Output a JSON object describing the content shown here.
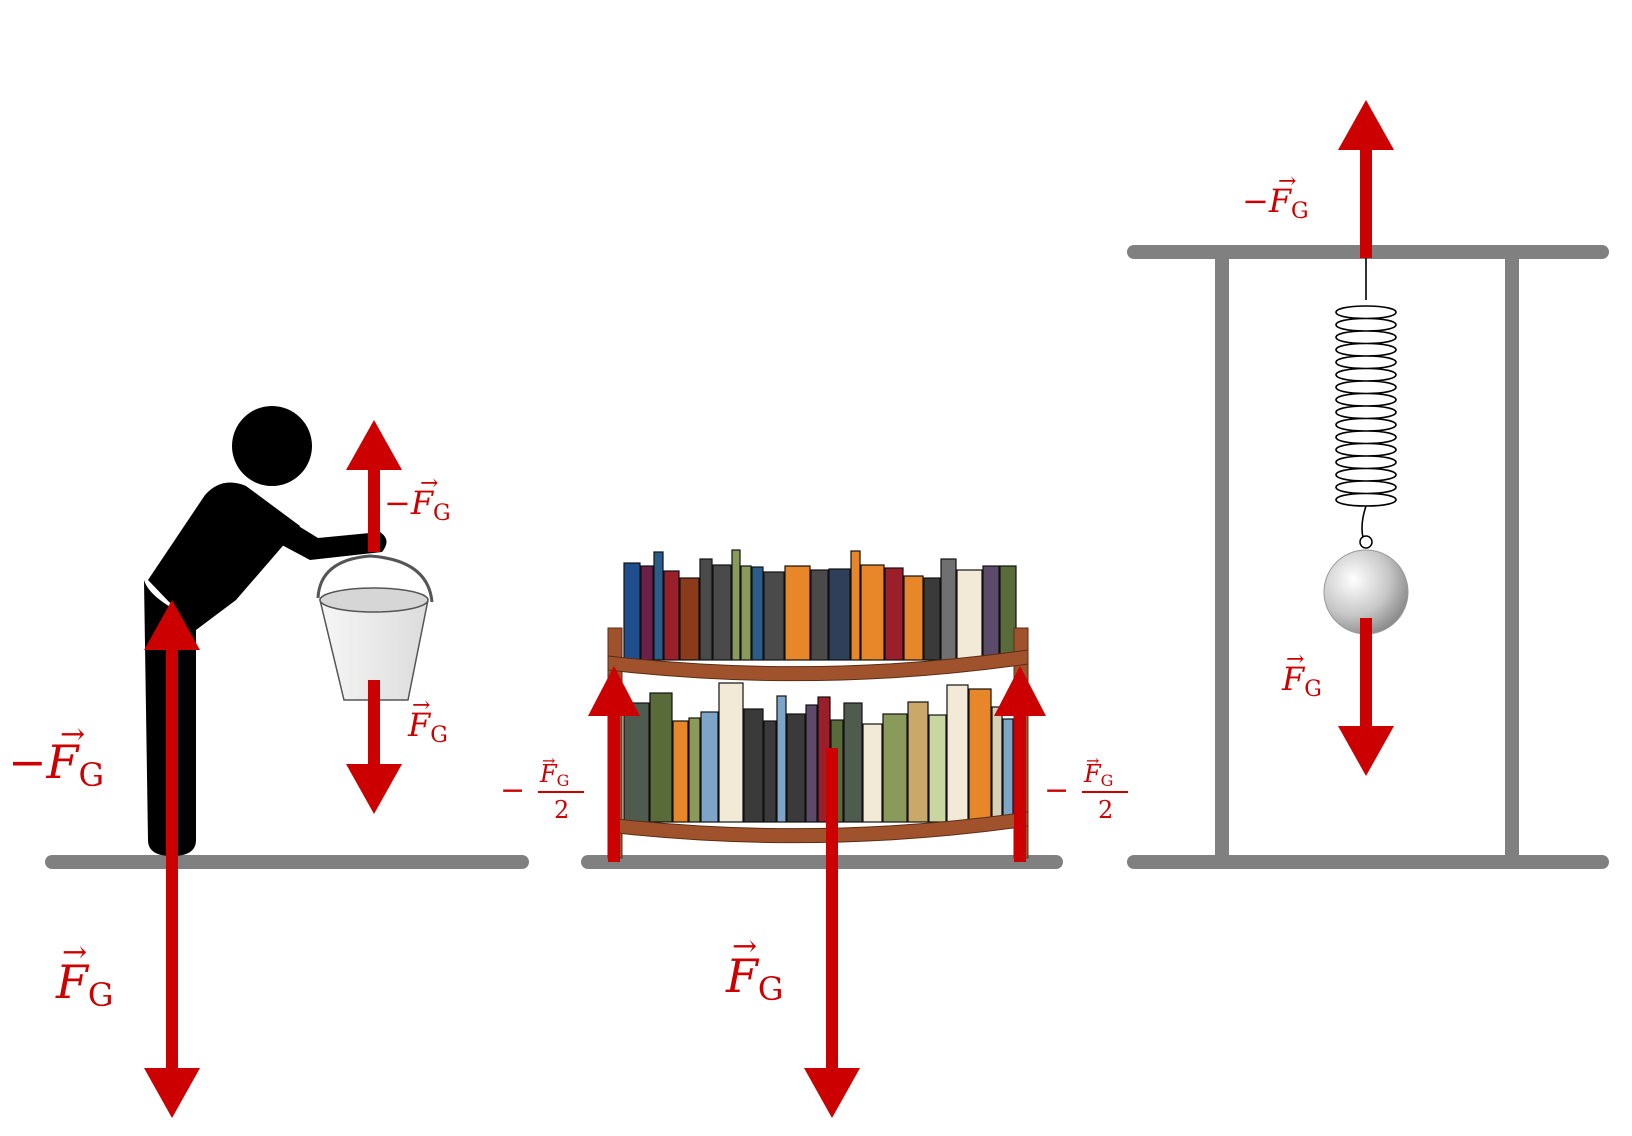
{
  "colors": {
    "force": "#cc0000",
    "ground": "#808080",
    "figure": "#000000",
    "shelf_wood": "#a0522d",
    "book_palette": [
      "#3a3a3a",
      "#c8d6a0",
      "#1f4e8c",
      "#4a4a4a",
      "#e8862a",
      "#5a6b3a",
      "#f0a040",
      "#2f3f5a",
      "#f2ead6",
      "#8b3a1a",
      "#6b1f4a",
      "#2a5d8a",
      "#707070",
      "#4f5b4f",
      "#c9a86a",
      "#9a1f2a",
      "#5c4a6a",
      "#7ea4c8",
      "#d8d0b8",
      "#8a9a5a"
    ]
  },
  "labels": {
    "neg_fg": "−F",
    "fg": "F",
    "sub_g": "G",
    "half_num": "F",
    "half_den": "2",
    "minus": "−"
  },
  "scenes": [
    {
      "id": "person-with-bucket"
    },
    {
      "id": "bookshelf"
    },
    {
      "id": "spring-in-frame"
    }
  ]
}
